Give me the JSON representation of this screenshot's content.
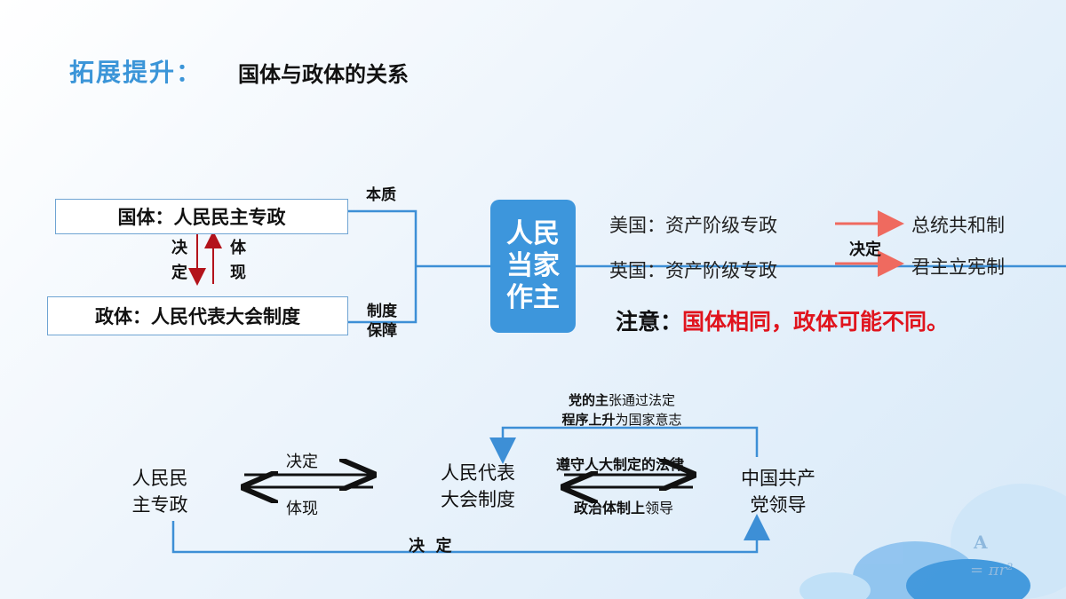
{
  "header": {
    "prefix": "拓展提升：",
    "title": "国体与政体的关系"
  },
  "top": {
    "guoti": "国体：人民民主专政",
    "zhengti": "政体：人民代表大会制度",
    "decide_chars": [
      "决",
      "定"
    ],
    "reflect_chars": [
      "体",
      "现"
    ],
    "essence": "本质",
    "guarantee_lines": [
      "制度",
      "保障"
    ],
    "center_lines": [
      "人民",
      "当家",
      "作主"
    ],
    "usa": "美国：资产阶级专政",
    "usa_result": "总统共和制",
    "uk": "英国：资产阶级专政",
    "uk_result": "君主立宪制",
    "decide_label": "决定",
    "note_prefix": "注意：",
    "note_text": "国体相同，政体可能不同。"
  },
  "bottom": {
    "node_left": [
      "人民民",
      "主专政"
    ],
    "node_mid": [
      "人民代表",
      "大会制度"
    ],
    "node_right": [
      "中国共产",
      "党领导"
    ],
    "arrow_decide": "决定",
    "arrow_reflect": "体现",
    "top_line1_bold": "党的主",
    "top_line1_rest": "张通过法定",
    "top_line2_bold": "程序上升",
    "top_line2_rest": "为国家意志",
    "obey_law": "遵守人大制定的法律",
    "lead_bold": "政治体制上",
    "lead_rest": "领导",
    "bottom_decide": "决  定"
  },
  "colors": {
    "accent": "#3b95d8",
    "line": "#3d8fd6",
    "red": "#e0141d",
    "dark_red": "#b3131b"
  }
}
